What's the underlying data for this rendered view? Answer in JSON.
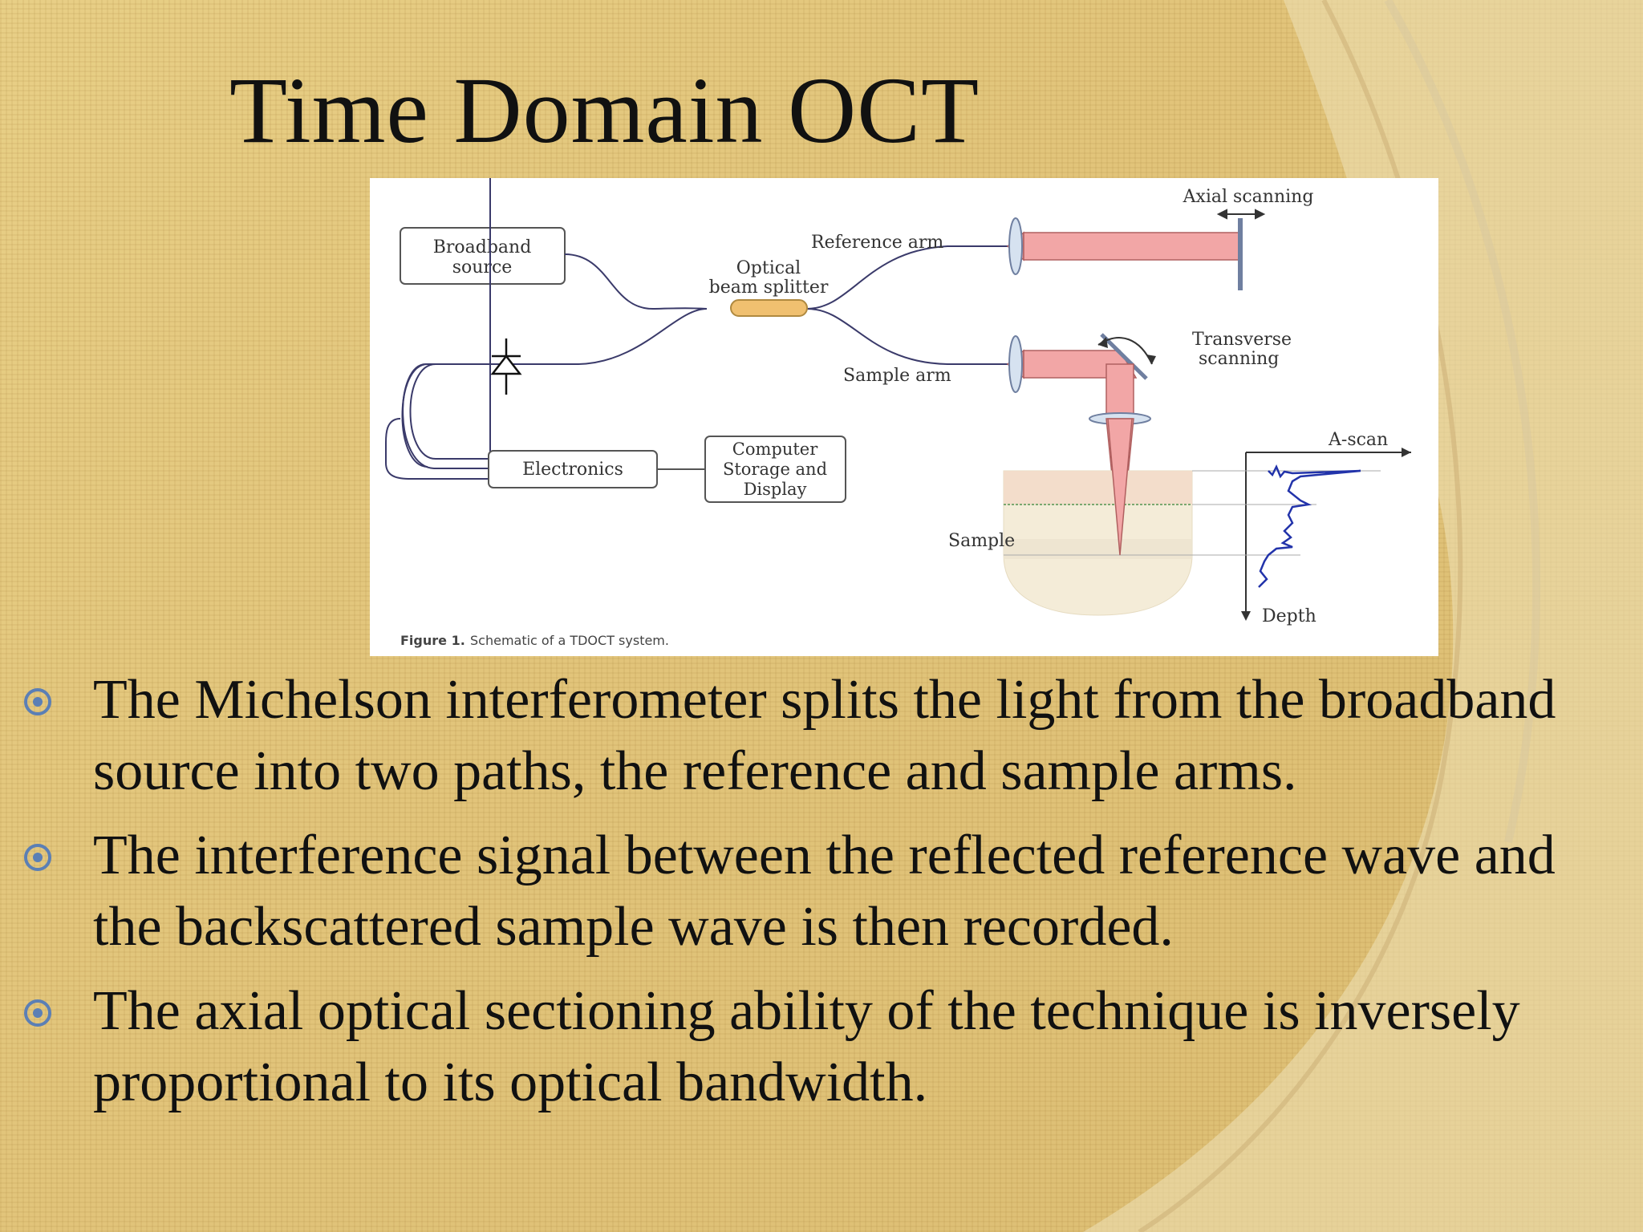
{
  "slide": {
    "title": "Time Domain OCT"
  },
  "figure": {
    "labels": {
      "broadband_source_line1": "Broadband",
      "broadband_source_line2": "source",
      "optical_line1": "Optical",
      "optical_line2": "beam splitter",
      "reference_arm": "Reference arm",
      "axial_scanning": "Axial scanning",
      "transverse_line1": "Transverse",
      "transverse_line2": "scanning",
      "sample_arm": "Sample arm",
      "electronics": "Electronics",
      "computer_line1": "Computer",
      "computer_line2": "Storage and",
      "computer_line3": "Display",
      "a_scan": "A-scan",
      "sample": "Sample",
      "depth": "Depth",
      "caption_prefix": "Figure 1.",
      "caption_text": "Schematic of a TDOCT system."
    },
    "colors": {
      "beam": "#f2a6a6",
      "fiber": "#3a3a6a",
      "lens": "#8aa6c8",
      "splitter": "#f0c070",
      "mirror": "#6f7fa0",
      "signal": "#2233aa"
    }
  },
  "bullets": [
    "The Michelson interferometer splits the light from the broadband source into two paths, the reference and sample arms.",
    "The interference signal between the reflected reference wave and the backscattered sample wave is then recorded.",
    "The axial optical sectioning ability of the technique is inversely proportional to its optical bandwidth."
  ],
  "theme": {
    "bullet_color": "#5b7fb5",
    "background": "#e2c57b"
  }
}
